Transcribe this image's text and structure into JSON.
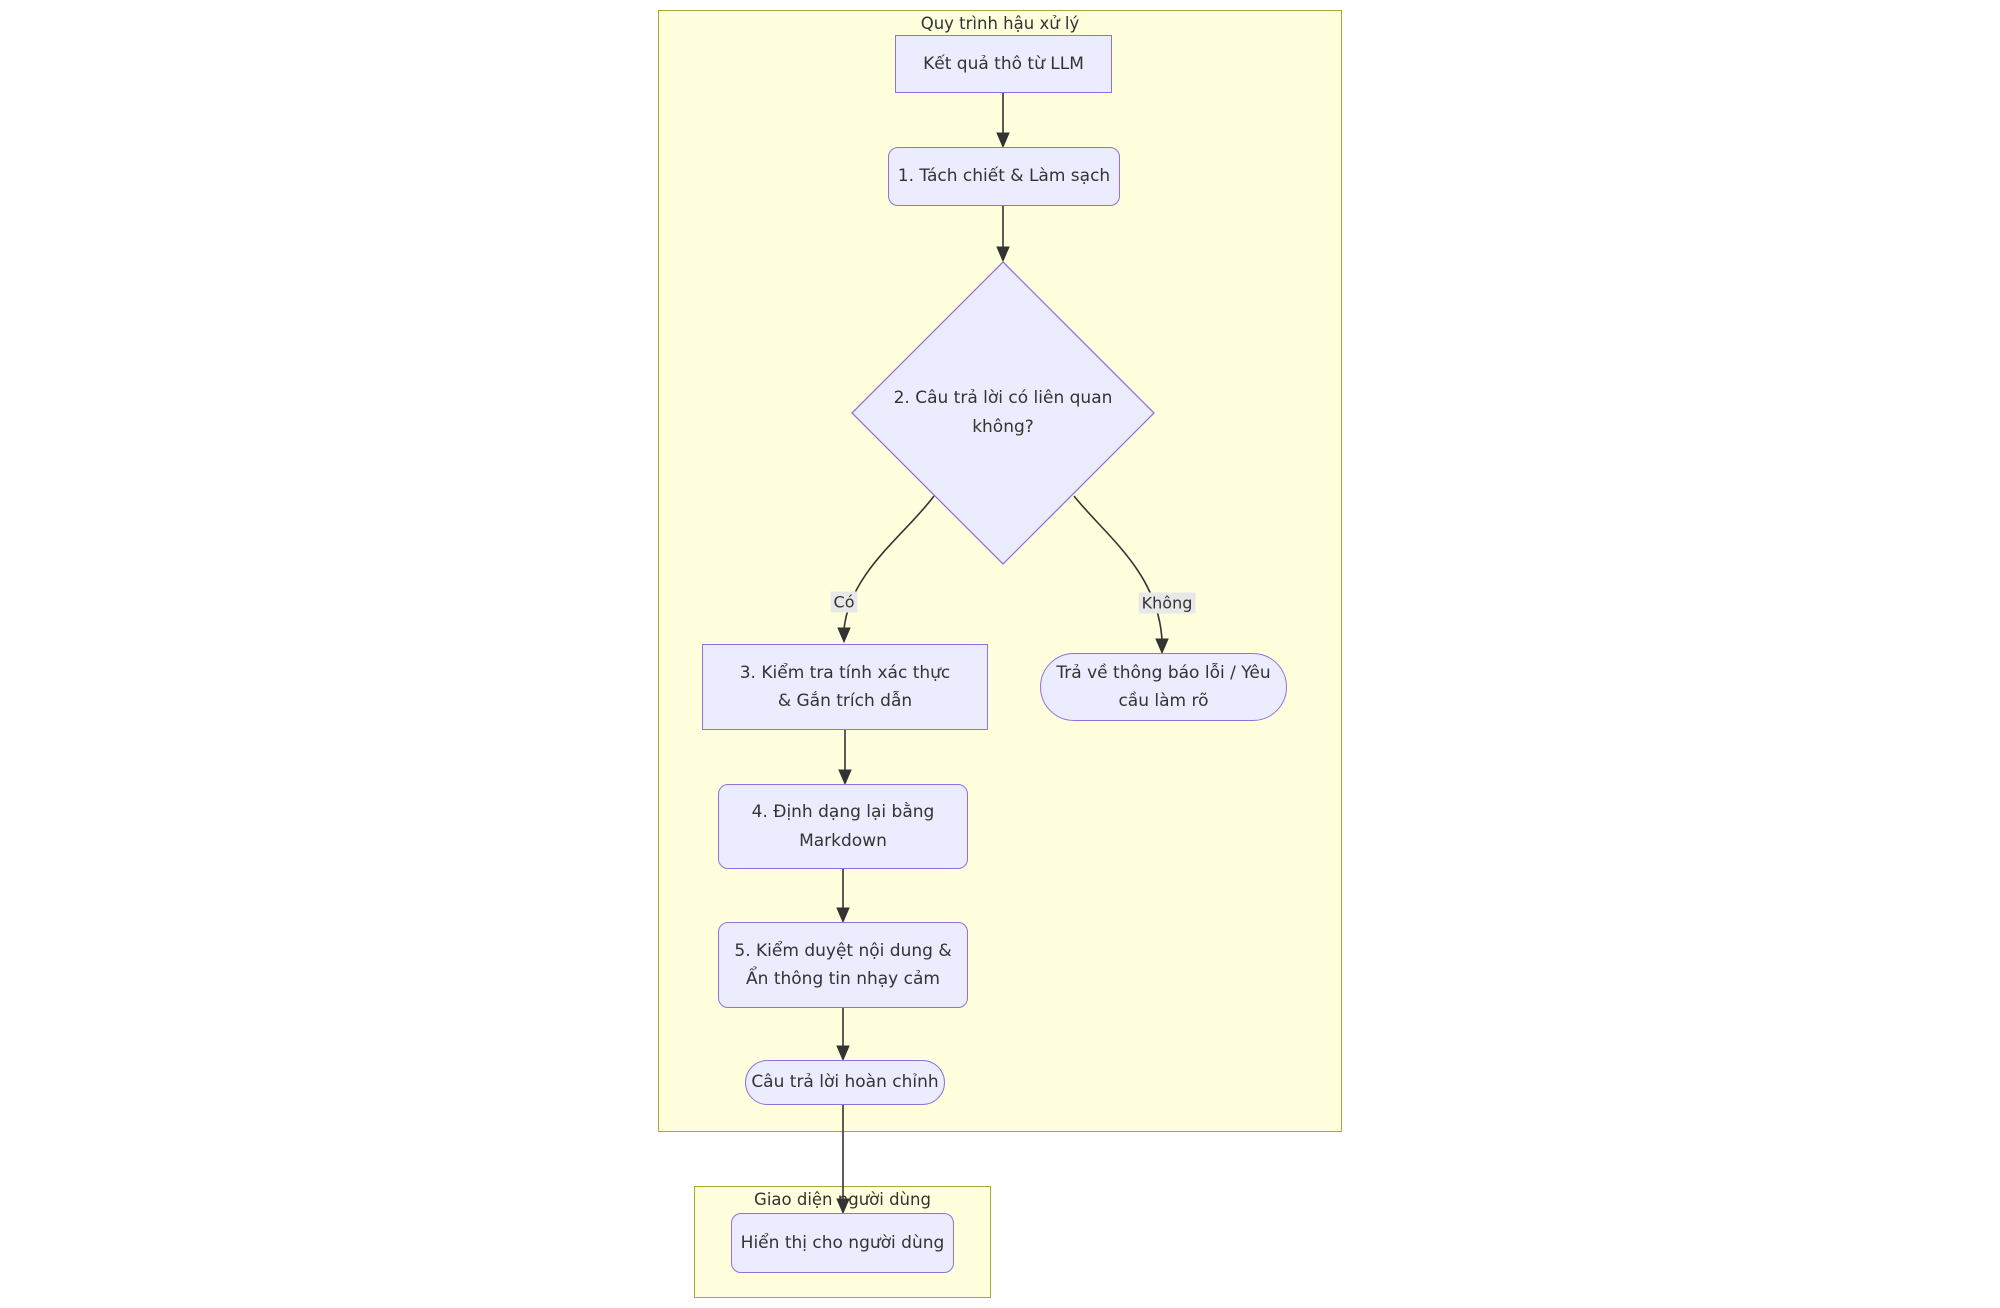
{
  "diagram": {
    "clusters": {
      "postprocessing": {
        "title": "Quy trình hậu xử lý"
      },
      "ui": {
        "title": "Giao diện người dùng"
      }
    },
    "nodes": {
      "raw": {
        "label": "Kết quả thô từ LLM",
        "shape": "rect"
      },
      "step1": {
        "label": "1. Tách chiết & Làm sạch",
        "shape": "rounded"
      },
      "decision": {
        "label": "2. Câu trả lời có liên quan\nkhông?",
        "shape": "diamond"
      },
      "step3": {
        "label": "3. Kiểm tra tính xác thực\n& Gắn trích dẫn",
        "shape": "rect"
      },
      "error": {
        "label": "Trả về thông báo lỗi / Yêu\ncầu làm rõ",
        "shape": "stadium"
      },
      "step4": {
        "label": "4. Định dạng lại bằng\nMarkdown",
        "shape": "rounded"
      },
      "step5": {
        "label": "5. Kiểm duyệt nội dung &\nẨn thông tin nhạy cảm",
        "shape": "rounded"
      },
      "final": {
        "label": "Câu trả lời hoàn chỉnh",
        "shape": "stadium"
      },
      "display": {
        "label": "Hiển thị cho người dùng",
        "shape": "rounded"
      }
    },
    "edges": [
      {
        "from": "raw",
        "to": "step1",
        "label": ""
      },
      {
        "from": "step1",
        "to": "decision",
        "label": ""
      },
      {
        "from": "decision",
        "to": "step3",
        "label": "Có"
      },
      {
        "from": "decision",
        "to": "error",
        "label": "Không"
      },
      {
        "from": "step3",
        "to": "step4",
        "label": ""
      },
      {
        "from": "step4",
        "to": "step5",
        "label": ""
      },
      {
        "from": "step5",
        "to": "final",
        "label": ""
      },
      {
        "from": "final",
        "to": "display",
        "label": ""
      }
    ],
    "colors": {
      "node_fill": "#ECECFF",
      "node_border": "#9370DB",
      "cluster_fill": "#ffffde",
      "cluster_border": "#aaaa33",
      "edge": "#333333",
      "edge_label_bg": "#e8e8e8",
      "text": "#333333"
    }
  }
}
